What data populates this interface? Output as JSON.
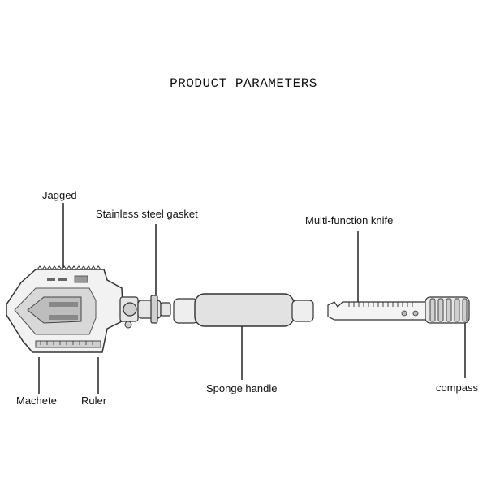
{
  "title": "PRODUCT PARAMETERS",
  "labels": {
    "jagged": "Jagged",
    "gasket": "Stainless steel gasket",
    "knife": "Multi-function knife",
    "machete": "Machete",
    "ruler": "Ruler",
    "sponge": "Sponge handle",
    "compass": "compass"
  }
}
